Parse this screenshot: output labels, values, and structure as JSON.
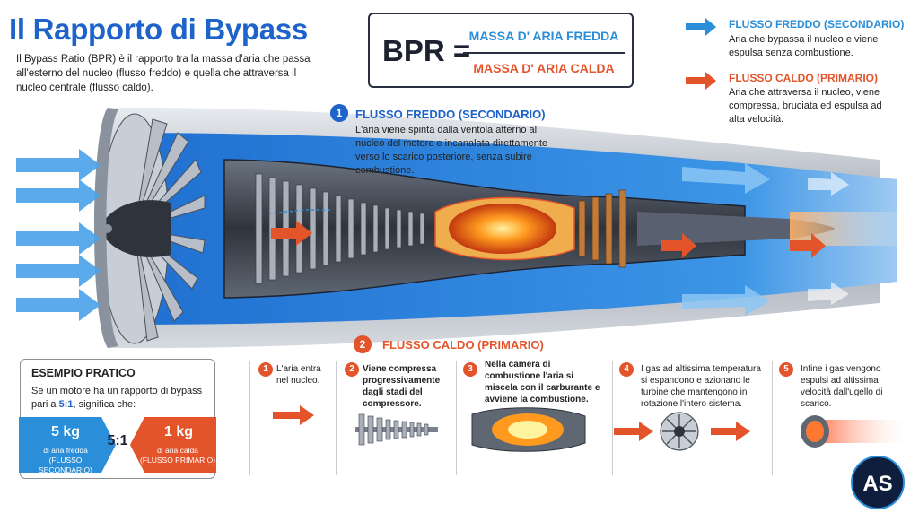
{
  "title": "Il Rapporto di Bypass",
  "intro": "Il Bypass Ratio (BPR) è il rapporto tra la massa d'aria che passa all'esterno del nucleo (flusso freddo) e quella che attraversa il nucleo centrale (flusso caldo).",
  "formula": {
    "lhs": "BPR =",
    "numerator": "MASSA D' ARIA FREDDA",
    "denominator": "MASSA D' ARIA CALDA"
  },
  "legend": {
    "cold": {
      "title": "FLUSSO FREDDO (SECONDARIO)",
      "desc": "Aria che bypassa il nucleo e viene espulsa senza combustione."
    },
    "hot": {
      "title": "FLUSSO CALDO (PRIMARIO)",
      "desc": "Aria che attraversa il nucleo, viene compressa, bruciata ed espulsa ad alta velocità."
    }
  },
  "callouts": {
    "cold": {
      "number": "1",
      "title": "FLUSSO FREDDO (SECONDARIO)",
      "desc": "L'aria viene spinta dalla ventola atterno al nucleo del motore e incanalata direttamente verso lo scarico posteriore, senza subire combustione."
    },
    "hot": {
      "number": "2",
      "title": "FLUSSO CALDO (PRIMARIO)"
    }
  },
  "example": {
    "title": "ESEMPIO PRATICO",
    "desc_prefix": "Se un motore ha un rapporto di bypass pari a ",
    "desc_ratio": "5:1",
    "desc_suffix": ", significa che:",
    "cold_value": "5 kg",
    "cold_label1": "di aria fredda",
    "cold_label2": "(FLUSSO SECONDARIO)",
    "ratio": "5:1",
    "hot_value": "1 kg",
    "hot_label1": "di aria calda",
    "hot_label2": "(FLUSSO PRIMARIO)"
  },
  "steps": [
    {
      "number": "1",
      "text": "L'aria entra nel nucleo."
    },
    {
      "number": "2",
      "text": "Viene compressa progressivamente dagli stadi del compressore."
    },
    {
      "number": "3",
      "text": "Nella camera di combustione l'aria si miscela con il carburante e avviene la combustione."
    },
    {
      "number": "4",
      "text": "I gas ad altissima temperatura si espandono e azionano le turbine che mantengono in rotazione l'intero sistema."
    },
    {
      "number": "5",
      "text": "Infine i gas vengono espulsi ad altissima velocità dall'ugello di scarico."
    }
  ],
  "logo": "AS",
  "colors": {
    "blue": "#1d63c9",
    "cold": "#2a8ed8",
    "hot": "#e4542b",
    "dark": "#1c2230"
  }
}
